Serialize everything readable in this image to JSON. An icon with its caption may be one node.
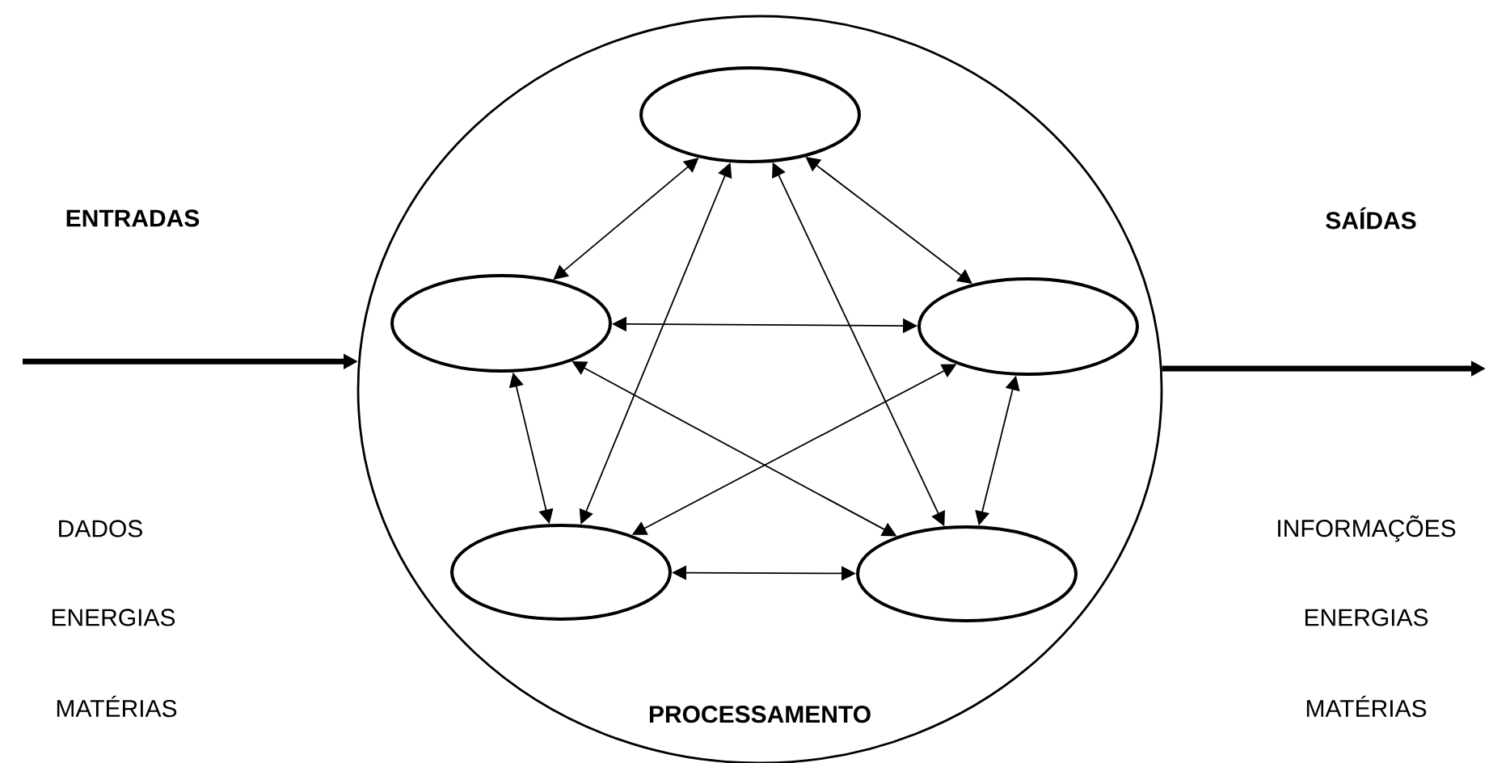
{
  "diagram": {
    "nodes": [
      {
        "text": [
          "PROCESSAMENTO"
        ]
      },
      {
        "text": [],
        "shape": "circle",
        "in": 0
      },
      {
        "text": [],
        "shape": "circle",
        "in": 0
      },
      {
        "text": [],
        "shape": "circle",
        "in": 0
      },
      {
        "text": [],
        "shape": "circle",
        "in": 0
      },
      {
        "text": [],
        "shape": "circle",
        "in": 0
      }
    ],
    "edges": [
      {
        "from": null,
        "to": 0,
        "arrow": "to",
        "style": "thick"
      },
      {
        "from": 0,
        "to": null,
        "arrow": "to",
        "style": "thick"
      },
      {
        "from": 1,
        "to": 2,
        "arrow": "both"
      },
      {
        "from": 1,
        "to": 3,
        "arrow": "both"
      },
      {
        "from": 1,
        "to": 4,
        "arrow": "both"
      },
      {
        "from": 1,
        "to": 5,
        "arrow": "both"
      },
      {
        "from": 2,
        "to": 3,
        "arrow": "both"
      },
      {
        "from": 2,
        "to": 4,
        "arrow": "both"
      },
      {
        "from": 2,
        "to": 5,
        "arrow": "both"
      },
      {
        "from": 3,
        "to": 4,
        "arrow": "both"
      },
      {
        "from": 3,
        "to": 5,
        "arrow": "both"
      },
      {
        "from": 4,
        "to": 5,
        "arrow": "both"
      }
    ],
    "labels": [
      "ENTRADAS",
      "SAÍDAS",
      "DADOS",
      "INFORMAÇÕES",
      "ENERGIAS",
      "ENERGIAS",
      "MATÉRIAS",
      "MATÉRIAS"
    ]
  }
}
